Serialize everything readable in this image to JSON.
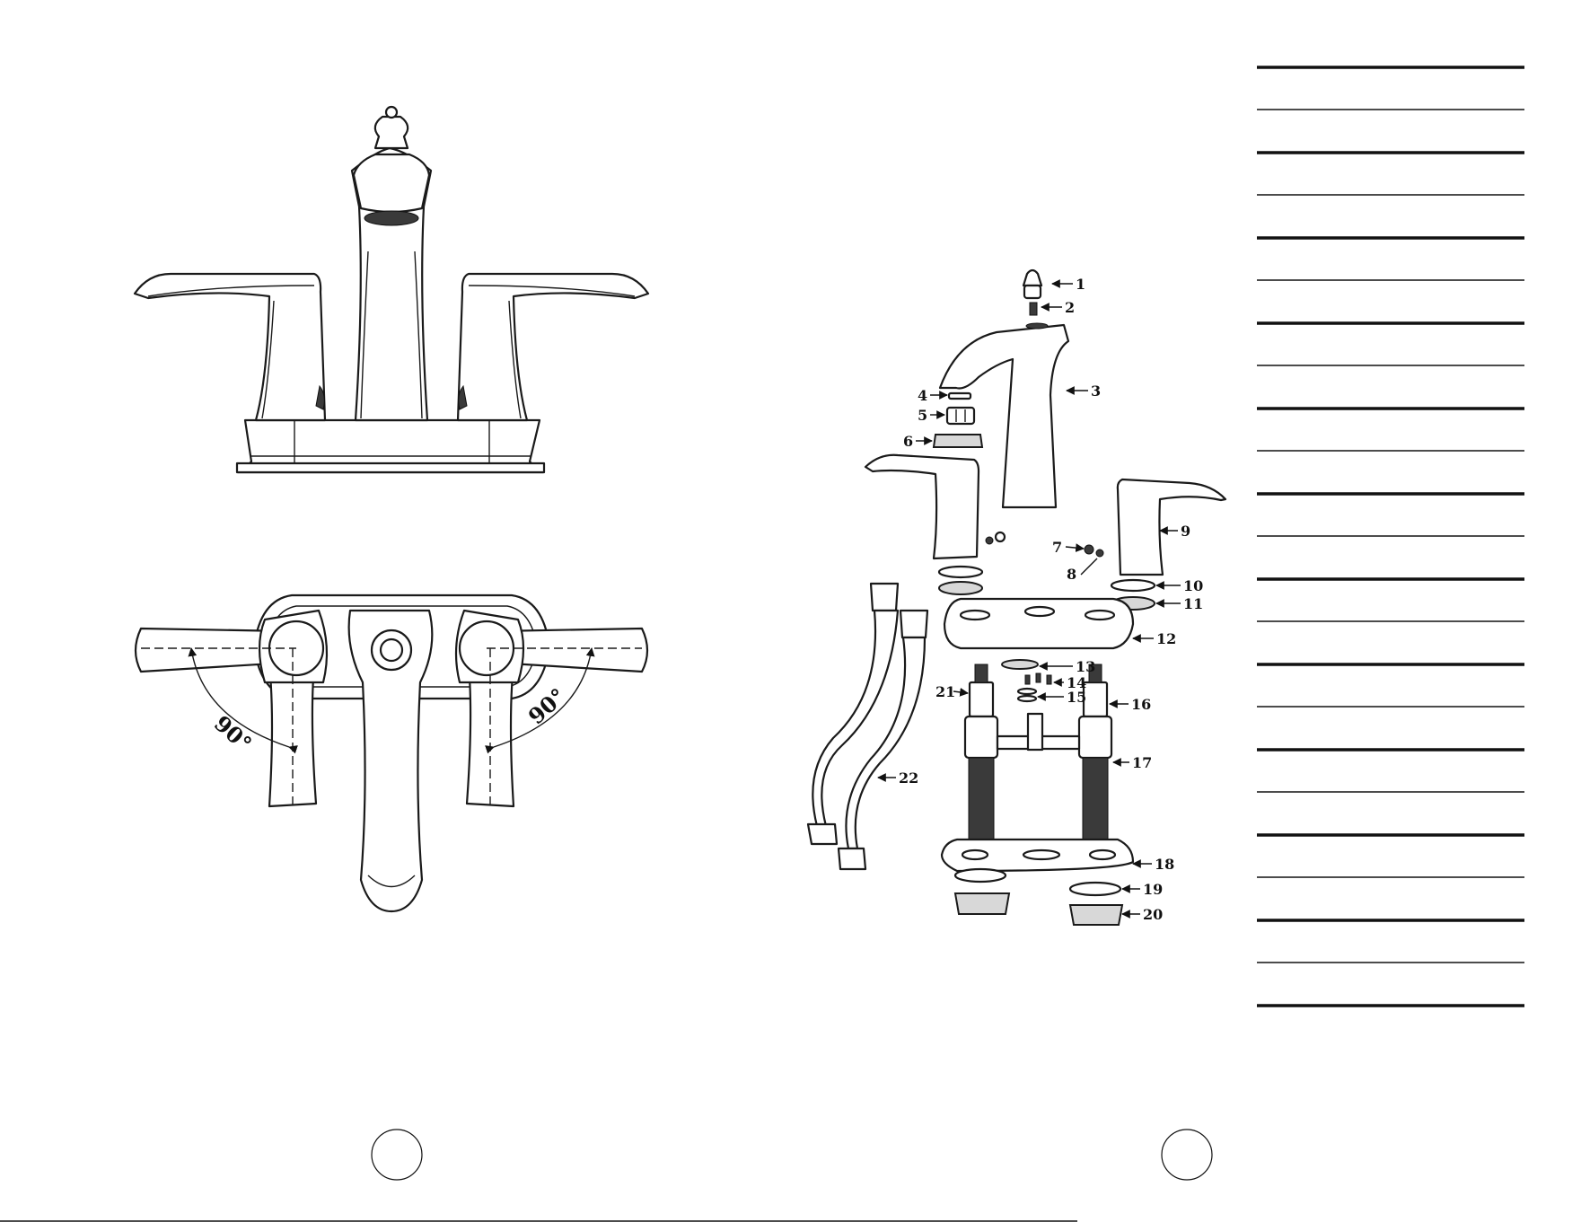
{
  "angle_labels": [
    "90°",
    "90°"
  ],
  "part_numbers": [
    "1",
    "2",
    "3",
    "4",
    "5",
    "6",
    "7",
    "8",
    "9",
    "10",
    "11",
    "12",
    "13",
    "14",
    "15",
    "16",
    "17",
    "18",
    "19",
    "20",
    "21",
    "22"
  ],
  "parts_table_rows": 22
}
